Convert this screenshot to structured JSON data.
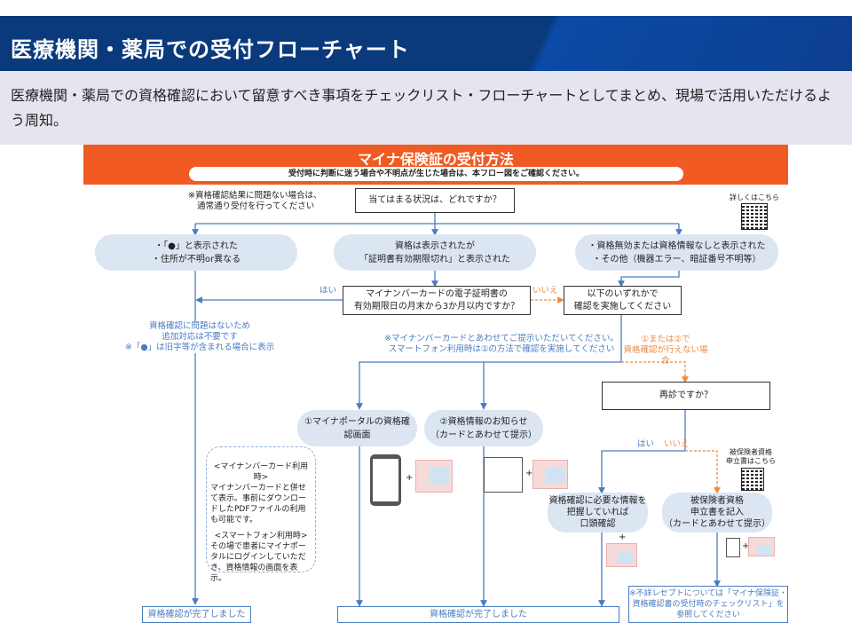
{
  "page": {
    "title": "医療機関・薬局での受付フローチャート",
    "description": "医療機関・薬局での資格確認において留意すべき事項をチェックリスト・フローチャートとしてまとめ、現場で活用いただけるよう周知。"
  },
  "flow": {
    "title": "マイナ保険証の受付方法",
    "subtitle": "受付時に判断に迷う場合や不明点が生じた場合は、本フロー図をご確認ください。",
    "top_note": [
      "※資格確認結果に問題ない場合は、",
      "通常通り受付を行ってください"
    ],
    "qr_label": "詳しくはこちら",
    "question": "当てはまる状況は、どれですか？",
    "case1": [
      "・「●」と表示された",
      "・住所が不明or異なる"
    ],
    "case2": [
      "資格は表示されたが",
      "「証明書有効期限切れ」と表示された"
    ],
    "case3": [
      "・資格無効または資格情報なしと表示された",
      "・その他（機器エラー、暗証番号不明等）"
    ],
    "expiry_question": [
      "マイナンバーカードの電子証明書の",
      "有効期限日の月末から3か月以内ですか？"
    ],
    "yes": "はい",
    "no": "いいえ",
    "confirm_box": [
      "以下のいずれかで",
      "確認を実施してください"
    ],
    "ok_note": [
      "資格確認に問題はないため",
      "追加対応は不要です",
      "※「●」は旧字等が含まれる場合に表示"
    ],
    "card_note": [
      "※マイナンバーカードとあわせてご提示いただいてください。",
      "スマートフォン利用時は①の方法で確認を実施してください"
    ],
    "fail_note": [
      "①または②で",
      "資格確認が行えない場合"
    ],
    "revisit": "再診ですか？",
    "option1": [
      "①マイナポータルの資格確",
      "認画面"
    ],
    "option2": [
      "②資格情報のお知らせ",
      "（カードとあわせて提示）"
    ],
    "bubble": {
      "h1": "<マイナンバーカード利用時>",
      "t1": "マイナンバーカードと併せて表示。事前にダウンロードしたPDFファイルの利用も可能です。",
      "h2": "<スマートフォン利用時>",
      "t2": "その場で患者にマイナポータルにログインしていただき、資格情報の画面を表示。"
    },
    "qr2_label": [
      "被保険者資格",
      "申立書はこちら"
    ],
    "verbal": [
      "資格確認に必要な情報を",
      "把握していれば",
      "口頭確認"
    ],
    "declaration": [
      "被保険者資格",
      "申立書を記入",
      "（カードとあわせて提示）"
    ],
    "complete": "資格確認が完了しました",
    "checklist_note": [
      "※不詳レセプトについては「マイナ保険証・",
      "資格確認書の受付時のチェックリスト」を",
      "参照してください"
    ],
    "plus": "+"
  },
  "colors": {
    "navy": "#0a3a7c",
    "orange": "#f15a22",
    "blue": "#4a7cc0",
    "pill": "#dce6f2",
    "dashed_orange": "#f08a3c"
  }
}
